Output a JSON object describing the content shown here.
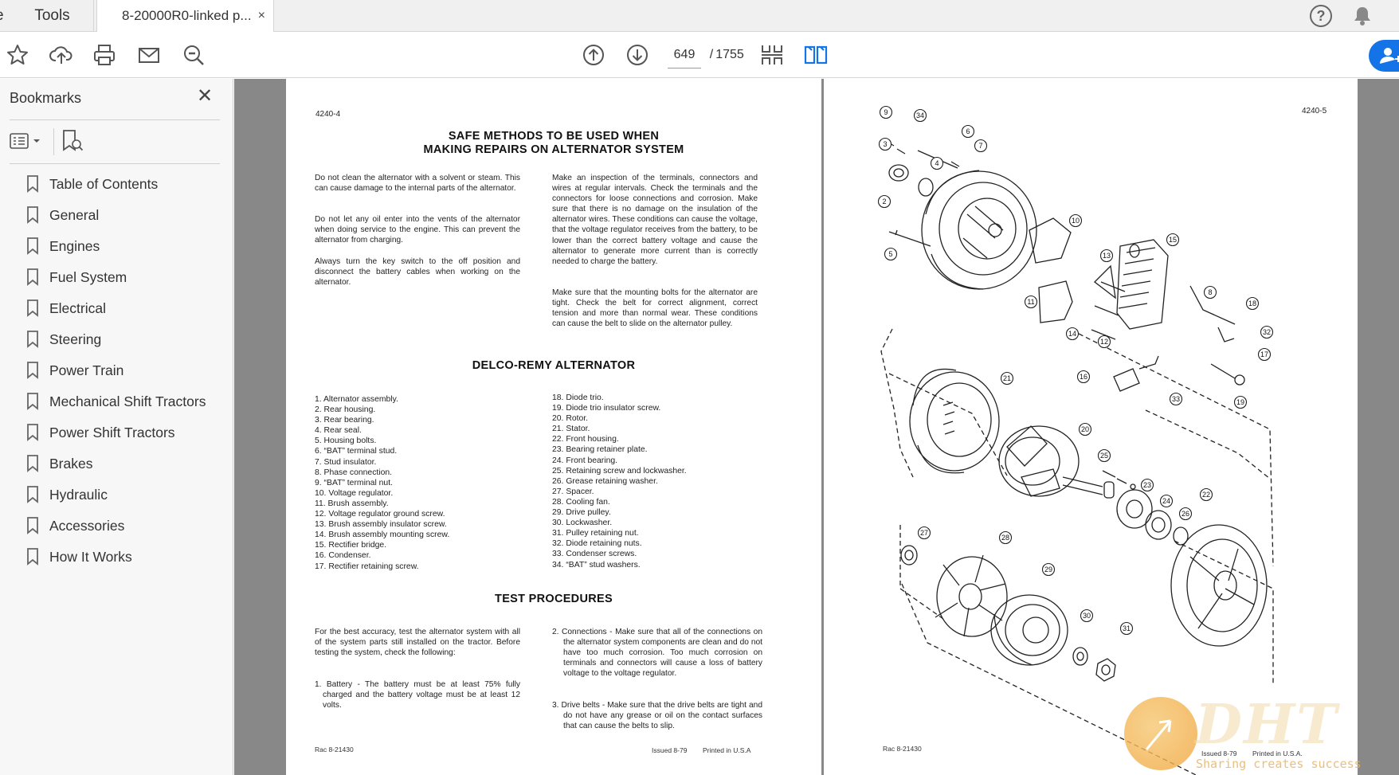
{
  "tabs": {
    "home_fragment": "e",
    "tools": "Tools",
    "document": "8-20000R0-linked p...",
    "close_symbol": "×"
  },
  "header_icons": {
    "help": "?",
    "help_icon": "help-circle-icon",
    "notifications_icon": "bell-icon"
  },
  "toolbar": {
    "icons": [
      "star-icon",
      "cloud-upload-icon",
      "print-icon",
      "mail-icon",
      "zoom-search-icon",
      "page-up-icon",
      "page-down-icon",
      "fit-page-icon",
      "two-page-view-icon",
      "share-user-icon"
    ],
    "current_page": "649",
    "page_separator": "/",
    "total_pages": "1755",
    "accent_color": "#1473e6"
  },
  "sidebar": {
    "title": "Bookmarks",
    "close_symbol": "✕",
    "bookmarks": [
      "Table of Contents",
      "General",
      "Engines",
      "Fuel System",
      "Electrical",
      "Steering",
      "Power Train",
      "Mechanical Shift Tractors",
      "Power Shift Tractors",
      "Brakes",
      "Hydraulic",
      "Accessories",
      "How It Works"
    ]
  },
  "left_page": {
    "page_id": "4240-4",
    "title_line1": "SAFE METHODS TO BE USED WHEN",
    "title_line2": "MAKING REPAIRS ON ALTERNATOR SYSTEM",
    "col1_paragraphs": [
      "Do not clean the alternator with a solvent or steam. This can cause damage to the internal parts of the alternator.",
      "Do not let any oil enter into the vents of the alternator when doing service to the engine. This can prevent the alternator from charging.",
      "Always turn the key switch to the off position and disconnect the battery cables when working on the alternator."
    ],
    "col2_paragraphs": [
      "Make an inspection of the terminals, connectors and wires at regular intervals. Check the terminals and the connectors for loose connections and corrosion. Make sure that there is no damage on the insulation of the alternator wires. These conditions can cause the voltage, that the voltage regulator receives from the battery, to be lower than the correct battery voltage and cause the alternator to generate more current than is correctly needed to charge the battery.",
      "Make sure that the mounting bolts for the alternator are tight. Check the belt for correct alignment, correct tension and more than normal wear. These conditions can cause the belt to slide on the alternator pulley."
    ],
    "section2_title": "DELCO-REMY ALTERNATOR",
    "parts_col1": [
      "1. Alternator assembly.",
      "2. Rear housing.",
      "3. Rear bearing.",
      "4. Rear seal.",
      "5. Housing bolts.",
      "6. “BAT” terminal stud.",
      "7. Stud insulator.",
      "8. Phase connection.",
      "9. “BAT” terminal nut.",
      "10. Voltage regulator.",
      "11. Brush assembly.",
      "12. Voltage regulator ground screw.",
      "13. Brush assembly insulator screw.",
      "14. Brush assembly mounting screw.",
      "15. Rectifier bridge.",
      "16. Condenser.",
      "17. Rectifier retaining screw."
    ],
    "parts_col2": [
      "18. Diode trio.",
      "19. Diode trio insulator screw.",
      "20. Rotor.",
      "21. Stator.",
      "22. Front housing.",
      "23. Bearing retainer plate.",
      "24. Front bearing.",
      "25. Retaining screw and lockwasher.",
      "26. Grease retaining washer.",
      "27. Spacer.",
      "28. Cooling fan.",
      "29. Drive pulley.",
      "30. Lockwasher.",
      "31. Pulley retaining nut.",
      "32. Diode retaining nuts.",
      "33. Condenser screws.",
      "34. “BAT” stud washers."
    ],
    "section3_title": "TEST PROCEDURES",
    "test_col1_intro": "For the best accuracy, test the alternator system with all of the system parts still installed on the tractor. Before testing the system, check the following:",
    "test_col1_item1": "1. Battery - The battery must be at least 75% fully charged and the battery voltage must be at least 12 volts.",
    "test_col2_item2": "2. Connections - Make sure that all of the connections on the alternator system components are clean and do not have too much corrosion. Too much corrosion on terminals and connectors will cause a loss of battery voltage to the voltage regulator.",
    "test_col2_item3": "3. Drive belts - Make sure that the drive belts are tight and do not have any grease or oil on the contact surfaces that can cause the belts to slip.",
    "footer_left": "Rac 8-21430",
    "footer_issued": "Issued 8-79",
    "footer_printed": "Printed in U.S.A"
  },
  "right_page": {
    "page_id": "4240-5",
    "callouts": [
      "9",
      "34",
      "6",
      "7",
      "3",
      "4",
      "2",
      "10",
      "5",
      "13",
      "15",
      "8",
      "11",
      "14",
      "12",
      "18",
      "32",
      "17",
      "16",
      "33",
      "19",
      "21",
      "20",
      "25",
      "23",
      "24",
      "26",
      "22",
      "27",
      "28",
      "29",
      "30",
      "31"
    ],
    "footer_left": "Rac 8-21430",
    "footer_issued": "Issued 8-79",
    "footer_printed": "Printed in U.S.A."
  },
  "watermark": {
    "logo_text": "DHT",
    "tagline": "Sharing creates success"
  }
}
